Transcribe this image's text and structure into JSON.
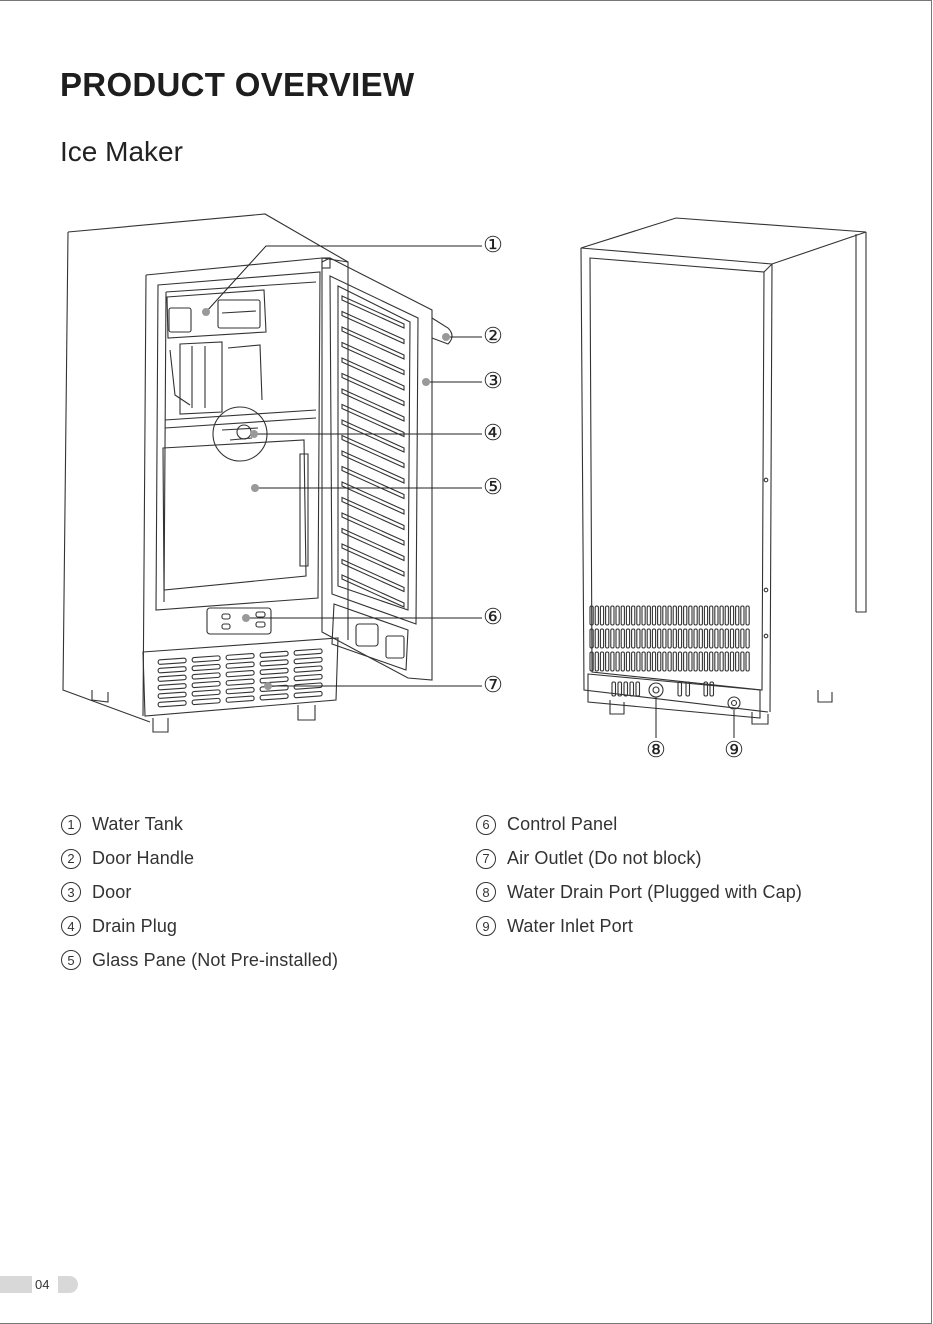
{
  "document": {
    "title": "PRODUCT OVERVIEW",
    "subtitle": "Ice Maker",
    "page_number": "04"
  },
  "callouts": [
    "①",
    "②",
    "③",
    "④",
    "⑤",
    "⑥",
    "⑦",
    "⑧",
    "⑨"
  ],
  "legend_left": [
    {
      "num": "1",
      "label": "Water Tank"
    },
    {
      "num": "2",
      "label": "Door Handle"
    },
    {
      "num": "3",
      "label": "Door"
    },
    {
      "num": "4",
      "label": "Drain Plug"
    },
    {
      "num": "5",
      "label": "Glass Pane (Not Pre-installed)"
    }
  ],
  "legend_right": [
    {
      "num": "6",
      "label": "Control Panel"
    },
    {
      "num": "7",
      "label": "Air Outlet (Do not block)"
    },
    {
      "num": "8",
      "label": "Water Drain Port (Plugged with Cap)"
    },
    {
      "num": "9",
      "label": "Water Inlet Port"
    }
  ],
  "colors": {
    "line": "#333333",
    "text": "#1a1a1a",
    "tab": "#d8d8d8"
  }
}
